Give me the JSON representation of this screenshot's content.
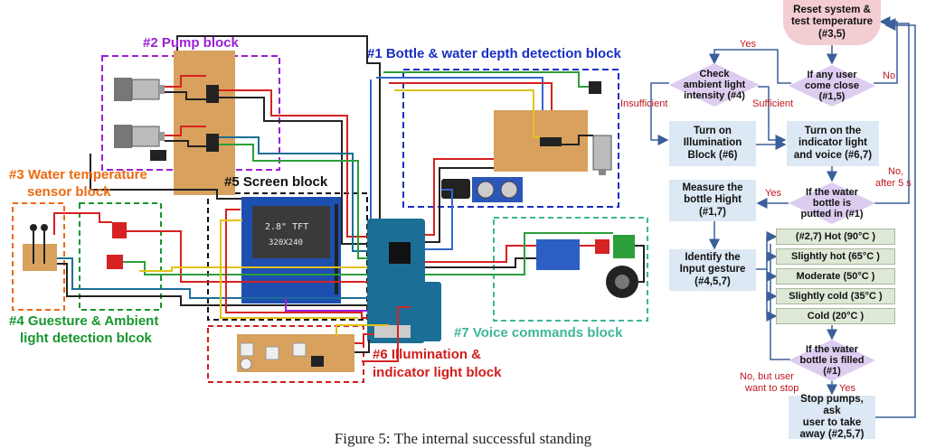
{
  "blocks": {
    "pump": {
      "label": "#2 Pump block",
      "color": "#9b1fd6"
    },
    "bottle": {
      "label": "#1 Bottle & water depth detection block",
      "color": "#1a2fc4"
    },
    "water_temp": {
      "label_line1": "#3 Water temperature",
      "label_line2": "sensor block",
      "color": "#ee6a12"
    },
    "screen": {
      "label": "#5 Screen block",
      "color": "#111111"
    },
    "gesture": {
      "label_line1": "#4 Guesture & Ambient",
      "label_line2": "light detection blcok",
      "color": "#16962d"
    },
    "illumination": {
      "label_line1": "#6 Illumination &",
      "label_line2": "indicator light block",
      "color": "#d31c1c"
    },
    "voice": {
      "label": "#7 Voice commands block",
      "color": "#3fb59b"
    }
  },
  "tft": {
    "line1": "2.8\" TFT",
    "line2": "320X240"
  },
  "flowchart": {
    "start": {
      "line1": "Reset system &",
      "line2": "test temperature",
      "line3": "(#3,5)"
    },
    "user_close": {
      "line1": "If any user",
      "line2": "come close",
      "line3": "(#1,5)"
    },
    "ambient": {
      "line1": "Check",
      "line2": "ambient light",
      "line3": "intensity (#4)"
    },
    "illum_on": {
      "line1": "Turn on",
      "line2": "Illumination",
      "line3": "Block (#6)"
    },
    "indicator_on": {
      "line1": "Turn on the",
      "line2": "indicator light",
      "line3": "and voice (#6,7)"
    },
    "bottle_in": {
      "line1": "If the water",
      "line2": "bottle is",
      "line3": "putted in (#1)"
    },
    "measure": {
      "line1": "Measure the",
      "line2": "bottle Hight",
      "line3": "(#1,7)"
    },
    "gesture_id": {
      "line1": "Identify the",
      "line2": "Input gesture",
      "line3": "(#4,5,7)"
    },
    "temps": [
      "(#2,7) Hot (90°C )",
      "Slightly hot (65°C )",
      "Moderate (50°C )",
      "Slightly cold (35°C )",
      "Cold (20°C )"
    ],
    "filled": {
      "line1": "If the water",
      "line2": "bottle is filled",
      "line3": "(#1)"
    },
    "stop": {
      "line1": "Stop pumps, ask",
      "line2": "user to take",
      "line3": "away (#2,5,7)"
    },
    "labels": {
      "yes_top": "Yes",
      "no_right": "No",
      "insufficient": "Insufficient",
      "sufficient": "Sufficient",
      "no_after_line1": "No,",
      "no_after_line2": "after 5 s",
      "yes_bottle": "Yes",
      "no_but_line1": "No, but user",
      "no_but_line2": "want to stop",
      "yes_filled": "Yes"
    }
  },
  "caption": "Figure 5: The internal successful standing"
}
